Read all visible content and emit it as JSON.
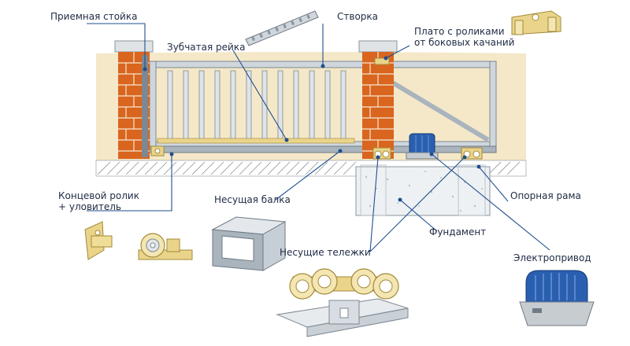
{
  "labels": {
    "receiving_post": "Приемная стойка",
    "gear_rack": "Зубчатая рейка",
    "gate_leaf": "Створка",
    "roller_plate": "Плато с роликами\nот боковых качаний",
    "end_roller": "Концевой ролик\n+ уловитель",
    "support_beam": "Несущая балка",
    "support_frame": "Опорная рама",
    "foundation": "Фундамент",
    "carriages": "Несущие тележки",
    "electric_drive": "Электропривод"
  },
  "colors": {
    "brick": "#d9651f",
    "ground_band": "#f5e8c8",
    "leader": "#1f4f8f",
    "steel": "#cfd6dc",
    "brass": "#e9d48a",
    "drive_blue": "#2a5fb0"
  }
}
